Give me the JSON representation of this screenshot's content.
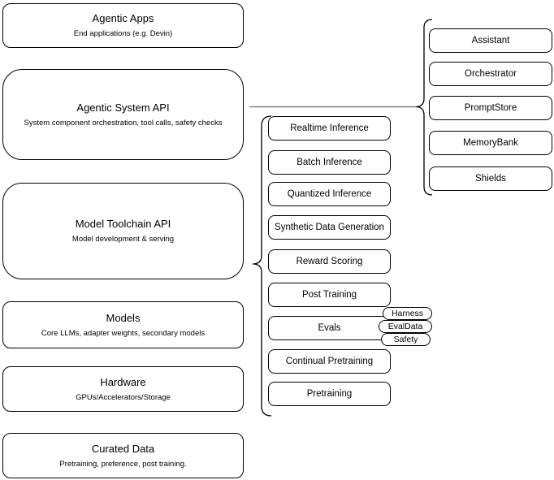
{
  "layers": [
    {
      "title": "Agentic Apps",
      "subtitle": "End applications (e.g. Devin)"
    },
    {
      "title": "Agentic System API",
      "subtitle": "System component orchestration, tool calls, safety checks"
    },
    {
      "title": "Model Toolchain API",
      "subtitle": "Model development & serving"
    },
    {
      "title": "Models",
      "subtitle": "Core LLMs, adapter weights, secondary models"
    },
    {
      "title": "Hardware",
      "subtitle": "GPUs/Accelerators/Storage"
    },
    {
      "title": "Curated Data",
      "subtitle": "Pretraining, preference, post training."
    }
  ],
  "toolchain_services": [
    "Realtime Inference",
    "Batch Inference",
    "Quantized Inference",
    "Synthetic Data Generation",
    "Reward Scoring",
    "Post Training",
    "Evals",
    "Continual Pretraining",
    "Pretraining"
  ],
  "eval_tags": [
    "Harness",
    "EvalData",
    "Safety"
  ],
  "system_components": [
    "Assistant",
    "Orchestrator",
    "PromptStore",
    "MemoryBank",
    "Shields"
  ],
  "colors": {
    "stroke": "#000000",
    "fill": "#ffffff",
    "connector": "#808080"
  }
}
